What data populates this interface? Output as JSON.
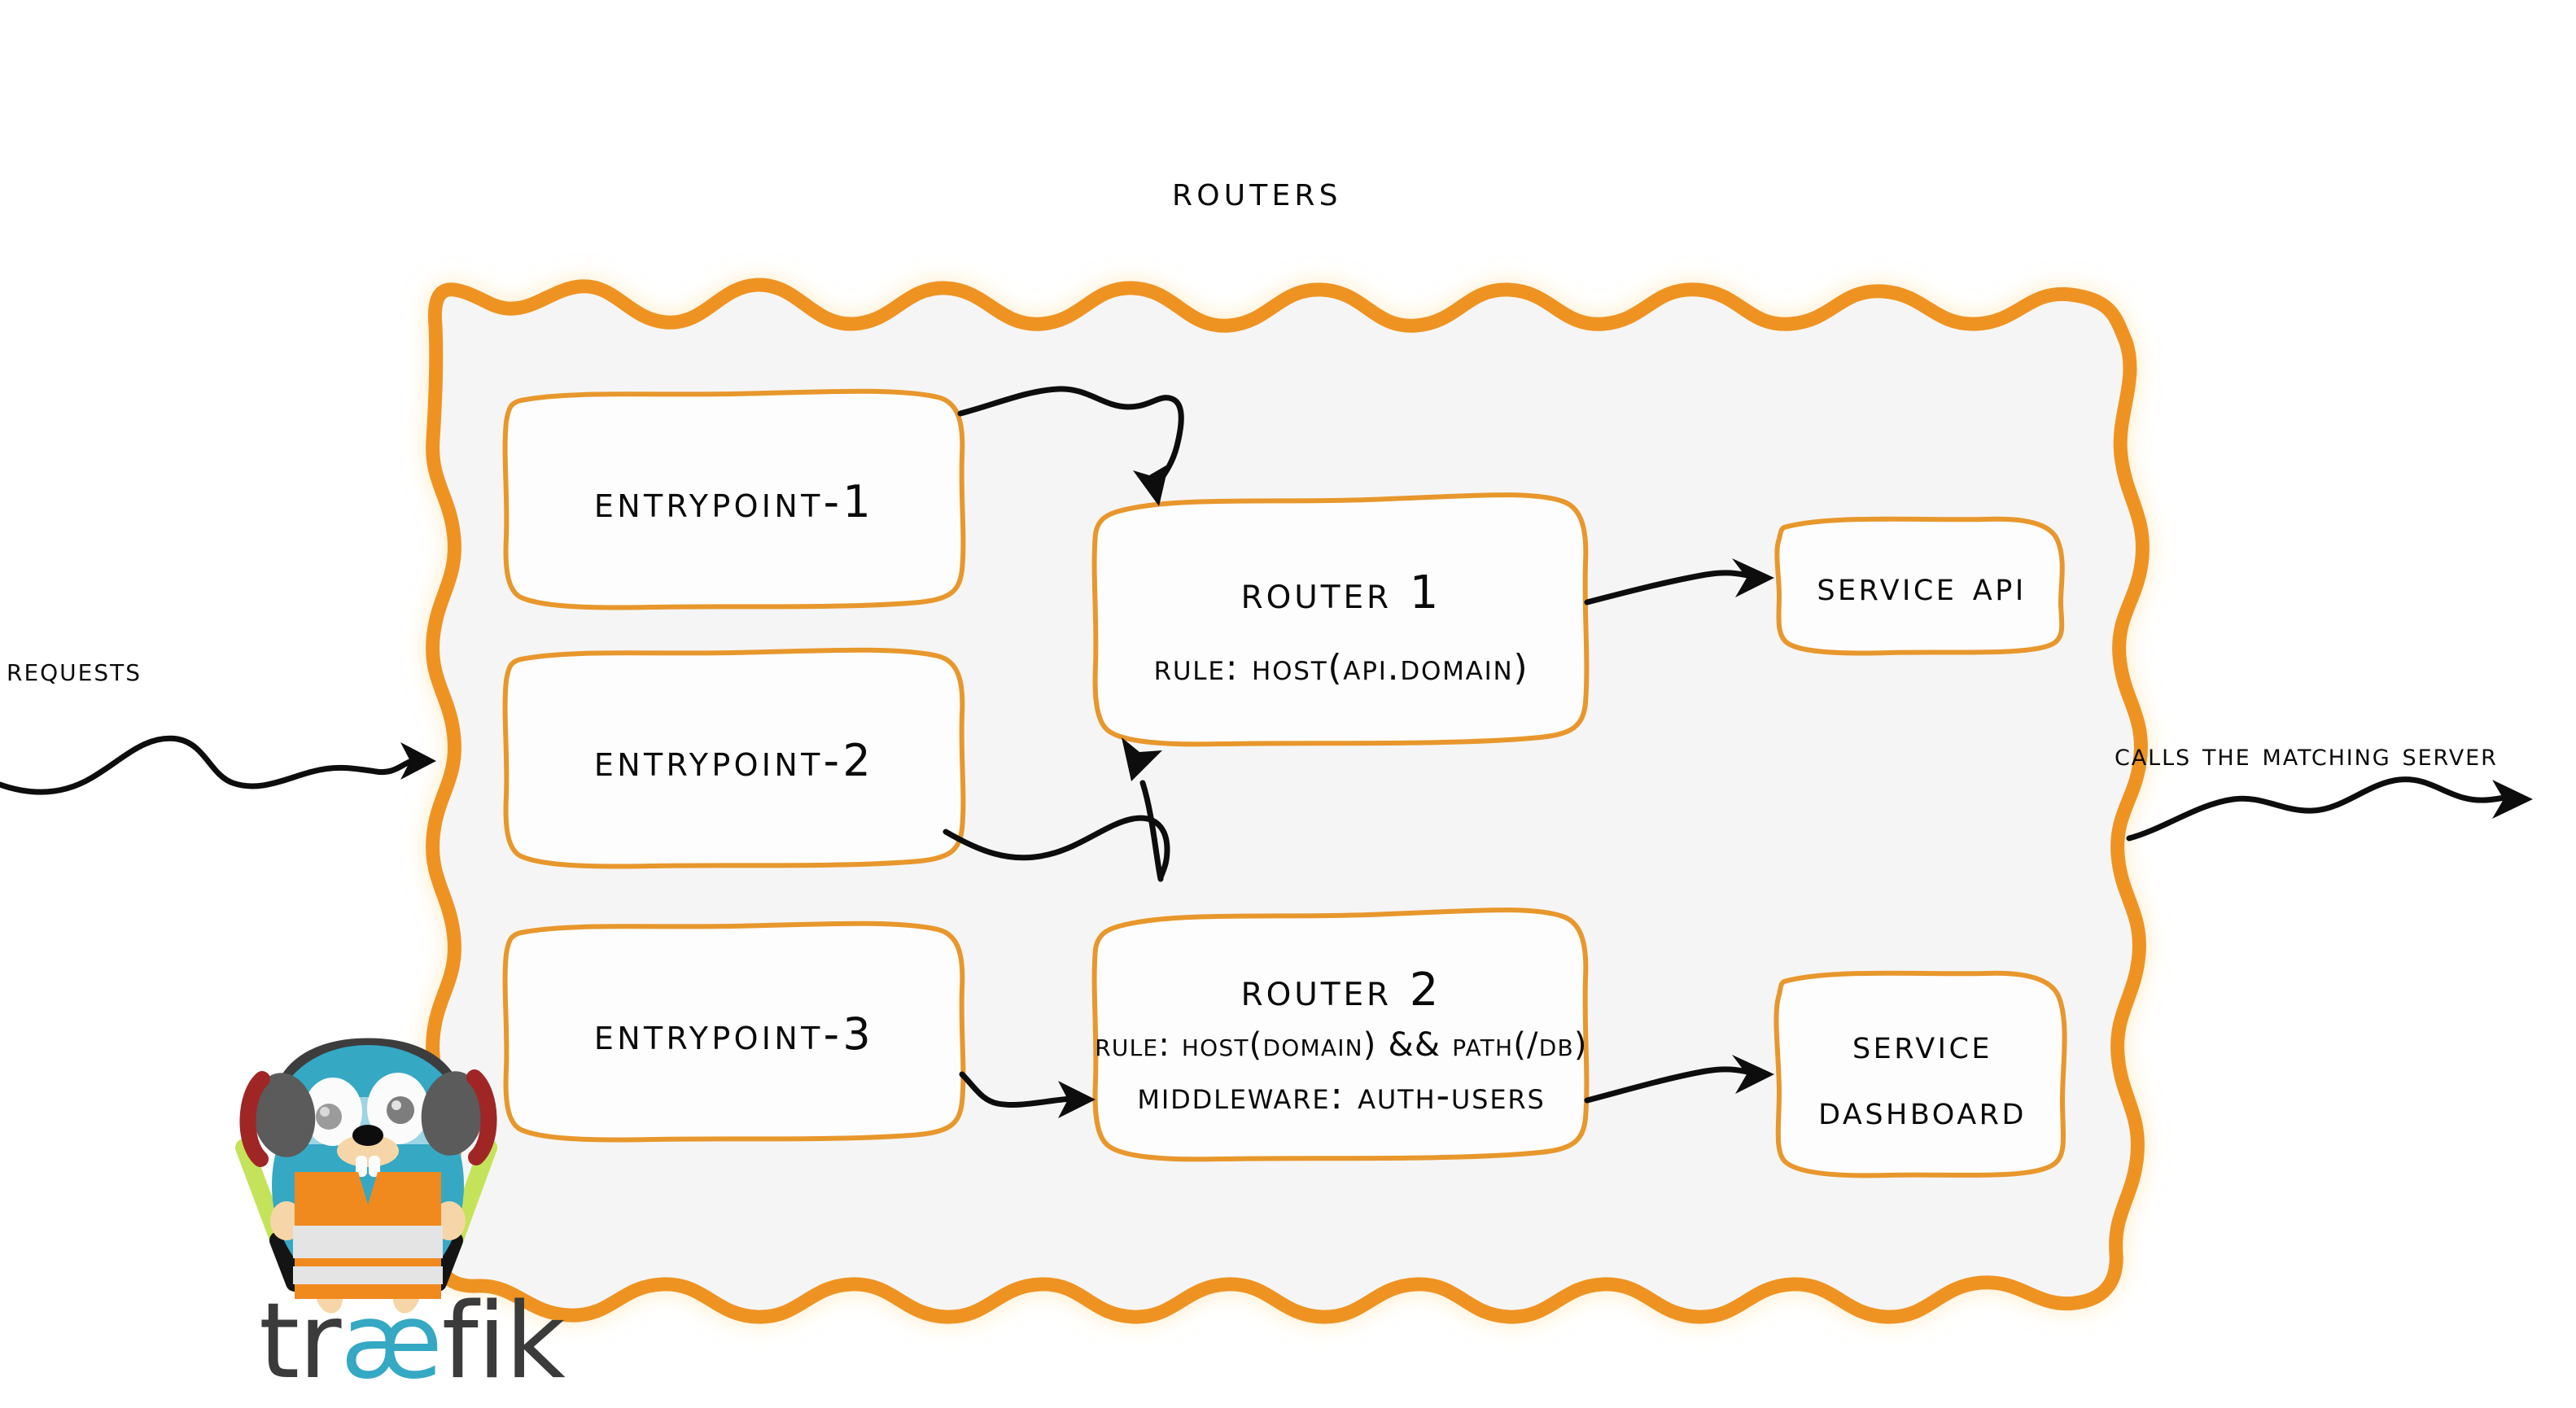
{
  "diagram": {
    "title": "Routers",
    "panel": {
      "border_color": "#ee9322",
      "fill_color": "#f5f5f5"
    },
    "entrypoints": [
      {
        "id": "entrypoint-1",
        "label": "entrypoint-1"
      },
      {
        "id": "entrypoint-2",
        "label": "entrypoint-2"
      },
      {
        "id": "entrypoint-3",
        "label": "entrypoint-3"
      }
    ],
    "routers": [
      {
        "id": "router-1",
        "title": "Router 1",
        "rule": "rule: Host(api.domain)",
        "middleware": null
      },
      {
        "id": "router-2",
        "title": "Router 2",
        "rule": "rule: Host(domain) && Path(/db)",
        "middleware": "Middleware: auth-users"
      }
    ],
    "services": [
      {
        "id": "service-api",
        "lines": [
          "Service API"
        ]
      },
      {
        "id": "service-dashboard",
        "lines": [
          "Service",
          "Dashboard"
        ]
      }
    ],
    "edge_labels": {
      "incoming": "Requests",
      "outgoing": "Calls the matching server"
    },
    "brand": {
      "prefix": "tr",
      "ligature": "æ",
      "suffix": "fik",
      "body_color": "#35a8c4",
      "vest_color": "#f08a1e",
      "wordmark_color": "#3b3b3b"
    }
  }
}
